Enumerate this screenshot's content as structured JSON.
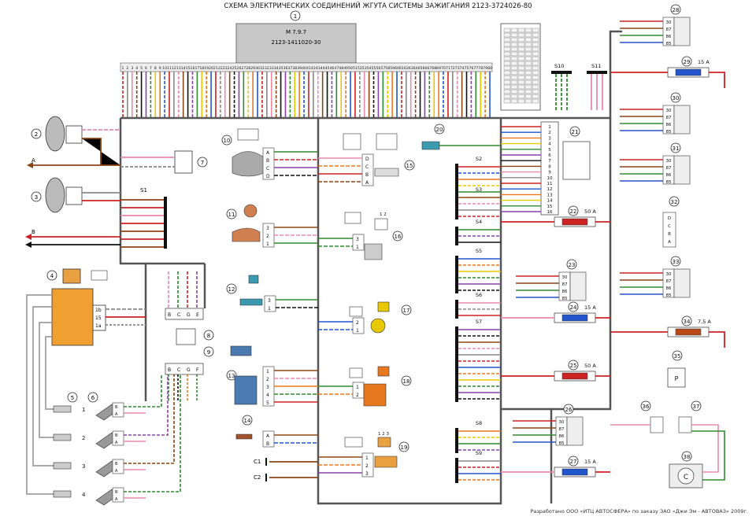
{
  "title": "СХЕМА ЭЛЕКТРИЧЕСКИХ СОЕДИНЕНИЙ ЖГУТА СИСТЕМЫ ЗАЖИГАНИЯ 2123-3724026-80",
  "ecu": {
    "callout": "1",
    "line1": "M 7.9.7",
    "line2": "2123-1411020-30"
  },
  "ecu_pins": [
    "1",
    "2",
    "3",
    "4",
    "5",
    "6",
    "7",
    "8",
    "9",
    "10",
    "11",
    "12",
    "13",
    "14",
    "15",
    "16",
    "17",
    "18",
    "19",
    "20",
    "21",
    "22",
    "23",
    "24",
    "25",
    "26",
    "27",
    "28",
    "29",
    "30",
    "31",
    "32",
    "33",
    "34",
    "35",
    "36",
    "37",
    "38",
    "39",
    "40",
    "41",
    "42",
    "43",
    "44",
    "45",
    "46",
    "47",
    "48",
    "49",
    "50",
    "51",
    "52",
    "53",
    "54",
    "55",
    "56",
    "57",
    "58",
    "59",
    "60",
    "61",
    "62",
    "63",
    "64",
    "65",
    "66",
    "67",
    "68",
    "69",
    "70",
    "71",
    "72",
    "73",
    "74",
    "75",
    "76",
    "77",
    "78",
    "79",
    "80"
  ],
  "splices": {
    "s10": "S10",
    "s11": "S11",
    "s1": "S1",
    "s2": "S2",
    "s3": "S3",
    "s4": "S4",
    "s5": "S5",
    "s6": "S6",
    "s7": "S7",
    "s8": "S8",
    "s9": "S9"
  },
  "fuses": {
    "f22": "50 A",
    "f24": "15 A",
    "f25": "50 A",
    "f27": "15 A",
    "f29": "15 A",
    "f34": "7,5 A"
  },
  "relay_pins": [
    "30",
    "87",
    "86",
    "85"
  ],
  "connector_letters": {
    "A": "A",
    "B": "B",
    "C": "C",
    "D": "D",
    "E": "E",
    "F": "F",
    "G": "G",
    "P": "P"
  },
  "labels": {
    "left_a": "A",
    "left_b": "B",
    "c1": "C1",
    "c2": "C2",
    "rail_1b": "1b",
    "rail_15": "15",
    "rail_1a": "1a",
    "comp35": "P",
    "comp38": "C",
    "inj1": "1",
    "inj2": "2",
    "inj3": "3",
    "inj4": "4",
    "pin12": "1 2",
    "pin123": "1 2 3",
    "pin4": "4"
  },
  "callouts": [
    "2",
    "3",
    "4",
    "5",
    "6",
    "7",
    "8",
    "9",
    "10",
    "11",
    "12",
    "13",
    "14",
    "15",
    "16",
    "17",
    "18",
    "19",
    "20",
    "21",
    "22",
    "23",
    "24",
    "25",
    "26",
    "27",
    "28",
    "29",
    "30",
    "31",
    "32",
    "33",
    "34",
    "35",
    "36",
    "37",
    "38"
  ],
  "footer": "Разработано ООО «ИТЦ АВТОСФЕРА» по заказу ЗАО «Джи Эм - АВТОВАЗ» 2009г.",
  "colors": {
    "frame": "#555555",
    "red": "#cc2222",
    "brown": "#8b4513",
    "green": "#2e8b2e",
    "blue": "#2255cc",
    "yellow": "#e8c800",
    "pink": "#e88aa8",
    "violet": "#8844aa",
    "orange": "#e8781e",
    "gray": "#888888",
    "black": "#111111"
  }
}
